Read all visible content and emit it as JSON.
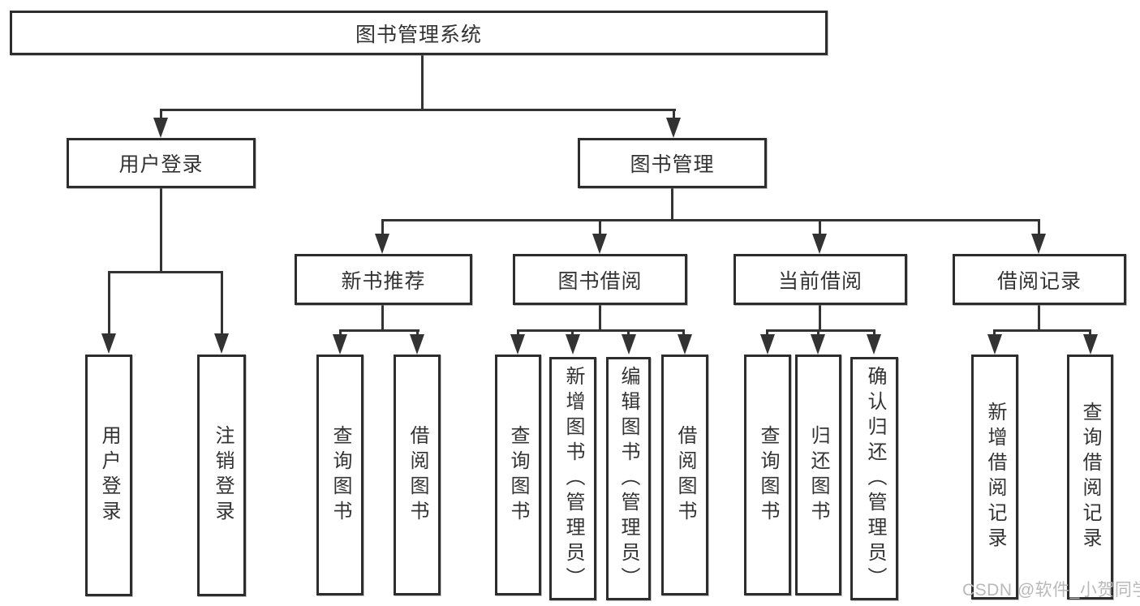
{
  "tree": {
    "root": "图书管理系统",
    "branches": [
      {
        "label": "用户登录",
        "leaves": [
          "用户登录",
          "注销登录"
        ]
      },
      {
        "label": "图书管理",
        "groups": [
          {
            "label": "新书推荐",
            "leaves": [
              "查询图书",
              "借阅图书"
            ]
          },
          {
            "label": "图书借阅",
            "leaves": [
              "查询图书",
              "新增图书（管理员）",
              "编辑图书（管理员）",
              "借阅图书"
            ]
          },
          {
            "label": "当前借阅",
            "leaves": [
              "查询图书",
              "归还图书",
              "确认归还（管理员）"
            ]
          },
          {
            "label": "借阅记录",
            "leaves": [
              "新增借阅记录",
              "查询借阅记录"
            ]
          }
        ]
      }
    ]
  },
  "watermark": "CSDN @软件_小贺同学",
  "colors": {
    "background": "#ffffff",
    "line": "#333333",
    "box_border": "#2d2d2d",
    "text": "#333333",
    "watermark": "#b9b9b9"
  }
}
